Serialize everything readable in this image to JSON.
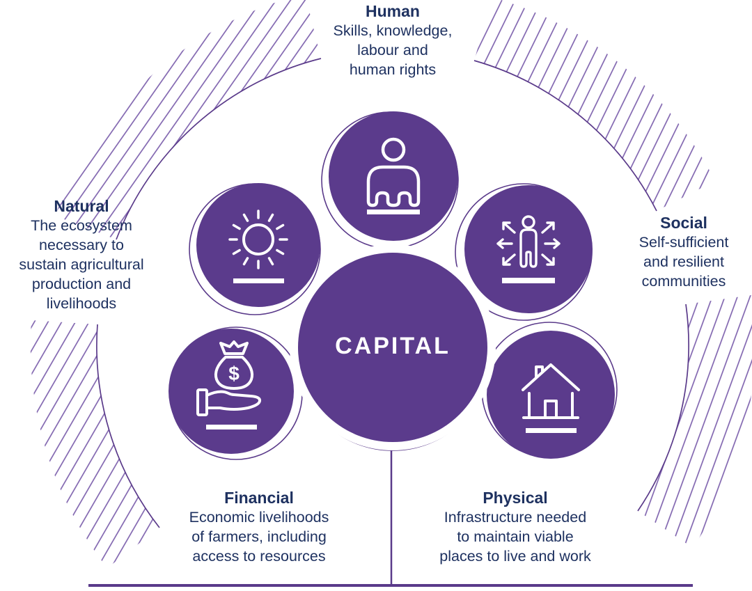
{
  "center": {
    "label": "CAPITAL"
  },
  "sections": {
    "human": {
      "title": "Human",
      "lines": [
        "Skills, knowledge,",
        "labour and",
        "human rights"
      ],
      "icon": "person-icon"
    },
    "natural": {
      "title": "Natural",
      "lines": [
        "The ecosystem",
        "necessary to",
        "sustain agricultural",
        "production and",
        "livelihoods"
      ],
      "icon": "sun-icon"
    },
    "social": {
      "title": "Social",
      "lines": [
        "Self-sufficient",
        "and resilient",
        "communities"
      ],
      "icon": "person-arrows-icon"
    },
    "financial": {
      "title": "Financial",
      "lines": [
        "Economic livelihoods",
        "of farmers, including",
        "access to resources"
      ],
      "icon": "money-bag-hand-icon"
    },
    "physical": {
      "title": "Physical",
      "lines": [
        "Infrastructure needed",
        "to maintain viable",
        "places to live and work"
      ],
      "icon": "house-icon"
    }
  },
  "colors": {
    "circle_fill": "#5b3b8c",
    "line_purple": "#5a3a8a",
    "hatch_purple": "#7a5dab",
    "text_navy": "#1e3160",
    "icon_white": "#ffffff"
  }
}
